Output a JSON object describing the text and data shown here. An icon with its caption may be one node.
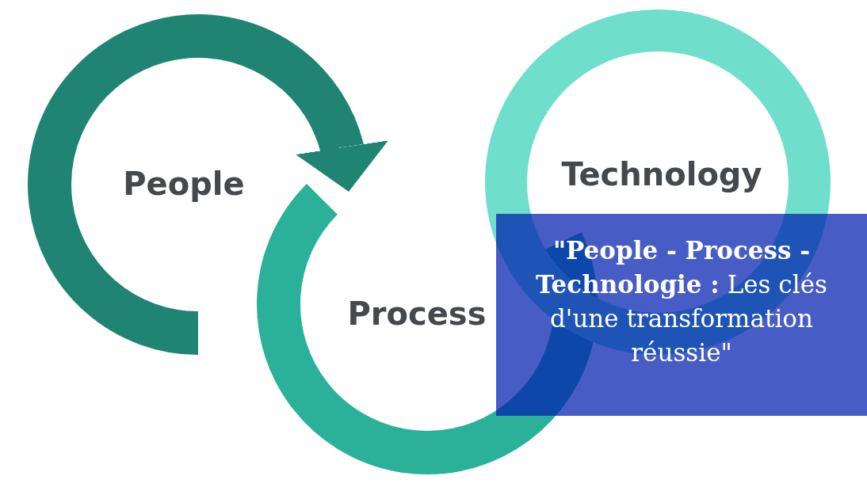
{
  "diagram": {
    "nodes": [
      {
        "text": [
          "People"
        ]
      },
      {
        "text": [
          "Process"
        ]
      },
      {
        "text": [
          "Technology"
        ]
      },
      {
        "text": [
          "**\"People - Process - Technologie :** Les clés d'une transformation réussie\""
        ]
      }
    ],
    "edges": [
      {
        "from": 0,
        "to": 1,
        "arrow": "to"
      }
    ]
  }
}
